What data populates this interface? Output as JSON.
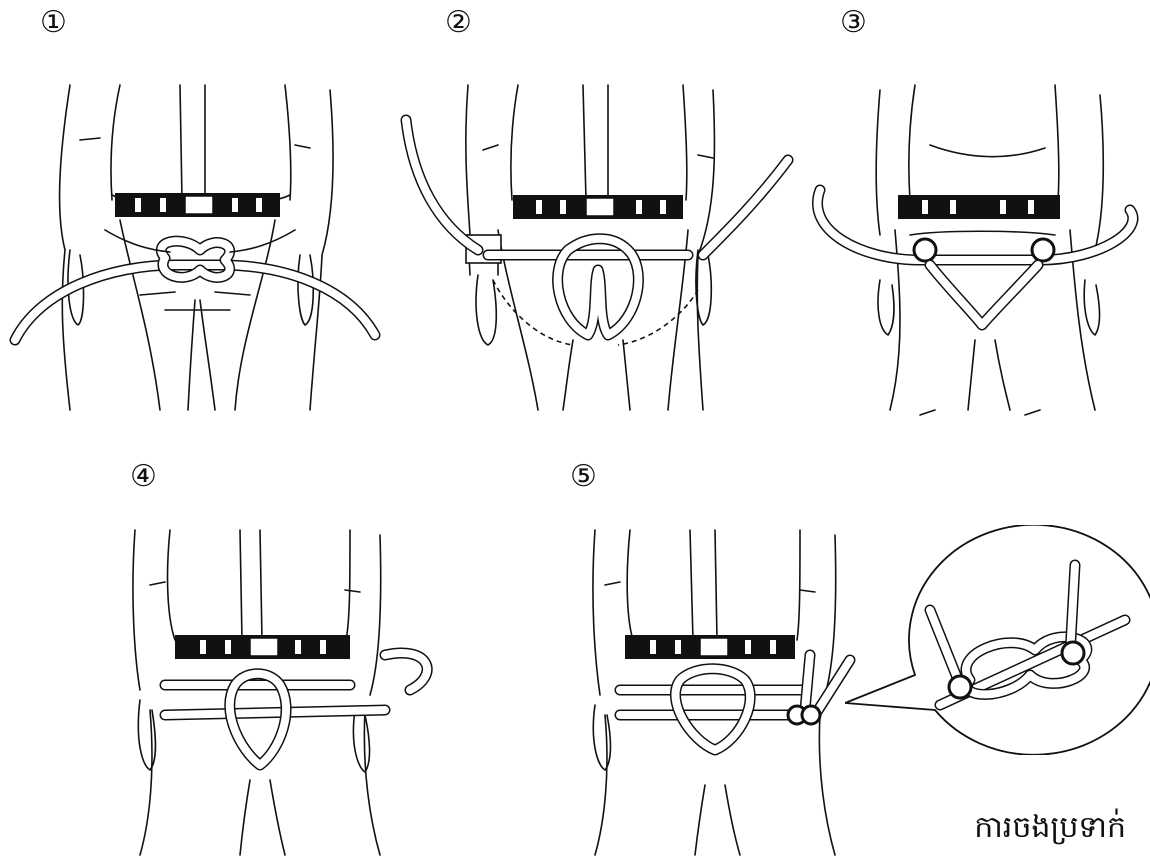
{
  "steps": [
    {
      "number": "①"
    },
    {
      "number": "②"
    },
    {
      "number": "③"
    },
    {
      "number": "④"
    },
    {
      "number": "⑤"
    }
  ],
  "caption": "ការចងប្រទាក់"
}
